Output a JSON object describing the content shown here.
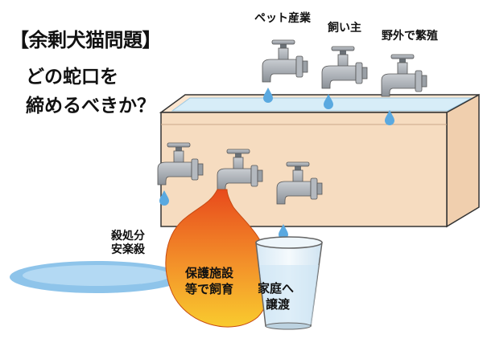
{
  "title": "【余剰犬猫問題】",
  "question_line1": "どの蛇口を",
  "question_line2": "締めるべきか？",
  "inflow_faucets": {
    "pet_industry": "ペット産業",
    "owner": "飼い主",
    "wild_breeding": "野外で繁殖"
  },
  "outflow_faucets": {
    "kill_line1": "殺処分",
    "kill_line2": "安楽殺",
    "shelter_line1": "保護施設",
    "shelter_line2": "等で飼育",
    "home_line1": "家庭へ",
    "home_line2": "譲渡"
  },
  "colors": {
    "tank_front": "#f6dcc0",
    "tank_top": "#fbe6d0",
    "water": "#d7edf8",
    "water_drop": "#5aa9e0",
    "faucet": "#9ea4ab",
    "bag_top": "#e8531a",
    "bag_bottom": "#f7c02a",
    "glass": "#e9f4fb"
  }
}
